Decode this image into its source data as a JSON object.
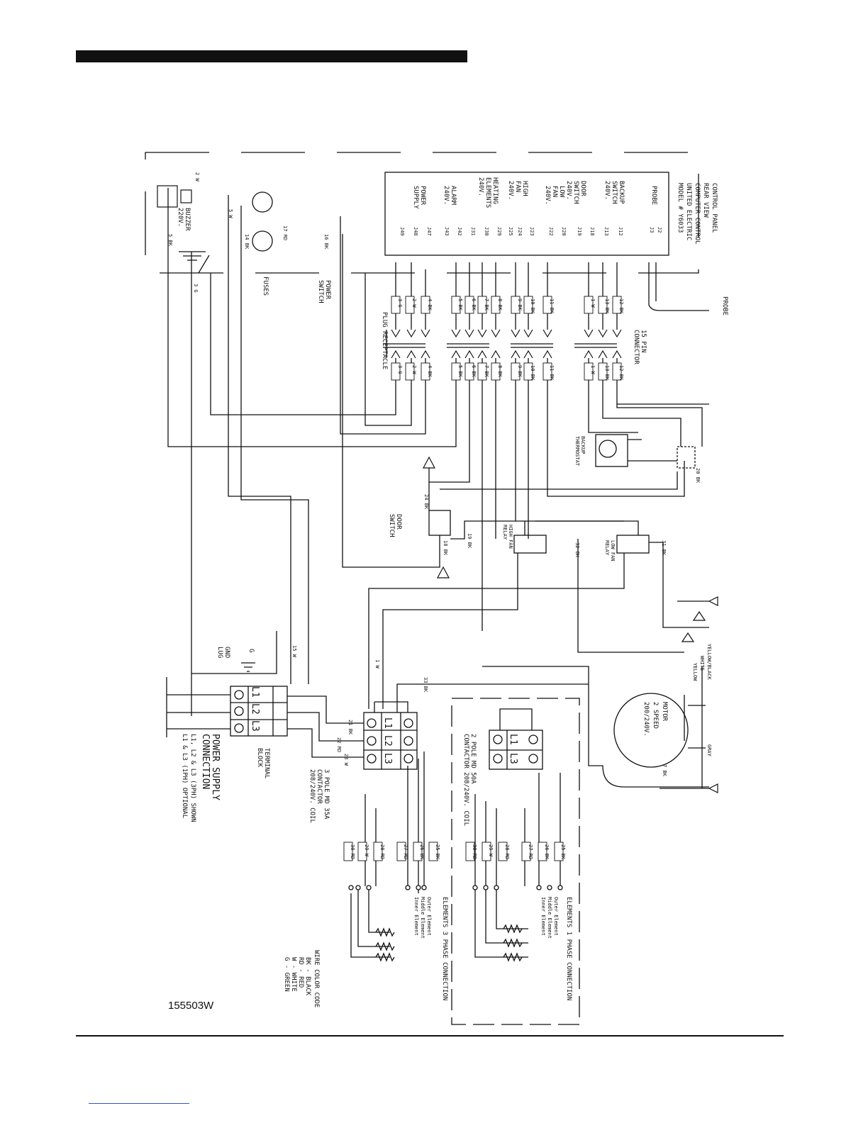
{
  "document_number": "155503W",
  "control_panel": {
    "title_lines": [
      "CONTROL PANEL",
      "REAR VIEW",
      "COMPUTER CONTROL",
      "UNITED ELECTRIC",
      "MODEL # Y6033"
    ],
    "functions": [
      {
        "lines": [
          "POWER",
          "SUPPLY"
        ],
        "pins": [
          "J49",
          "J48"
        ]
      },
      {
        "lines": [
          "ALARM",
          "240V."
        ],
        "pins": [
          "J47",
          "J43",
          "J42"
        ]
      },
      {
        "lines": [
          "HEATING",
          "ELEMENTS",
          "240V."
        ],
        "pins": [
          "J31",
          "J30",
          "J29"
        ]
      },
      {
        "lines": [
          "HIGH",
          "FAN",
          "240V."
        ],
        "pins": [
          "J25",
          "J24",
          "J23"
        ]
      },
      {
        "lines": [
          "LOW",
          "FAN",
          "240V."
        ],
        "pins": [
          "J22",
          "J20"
        ]
      },
      {
        "lines": [
          "DOOR",
          "SWITCH",
          "240V."
        ],
        "pins": [
          "J19",
          "J18"
        ]
      },
      {
        "lines": [
          "BACKUP",
          "SWITCH",
          "240V."
        ],
        "pins": [
          "J13",
          "J12"
        ]
      },
      {
        "lines": [
          "PROBE"
        ],
        "pins": [
          "J3",
          "J2"
        ]
      }
    ]
  },
  "components": {
    "buzzer": "BUZZER",
    "buzzer_voltage": "220V.",
    "fuses": "FUSES",
    "power_switch_1": "POWER",
    "power_switch_2": "SWITCH",
    "probe": "PROBE",
    "connector_1": "15 PIN",
    "connector_2": "CONNECTOR",
    "plug_receptacle": "PLUG RECEPTACLE",
    "backup_thermostat_1": "BACKUP",
    "backup_thermostat_2": "THERMOSTAT",
    "door_switch_1": "DOOR",
    "door_switch_2": "SWITCH",
    "high_fan_relay_1": "HIGH FAN",
    "high_fan_relay_2": "RELAY",
    "low_fan_relay_1": "LOW FAN",
    "low_fan_relay_2": "RELAY",
    "gnd_lug_1": "GND",
    "gnd_lug_2": "LUG",
    "gnd_mark": "G",
    "terminal_block_1": "TERMINAL",
    "terminal_block_2": "BLOCK",
    "terminals": [
      "L1",
      "L2",
      "L3"
    ],
    "motor_1": "MOTOR",
    "motor_2": "2 SPEED",
    "motor_3": "200/240V.",
    "motor_wires": [
      "YELLOW/BLACK",
      "WHITE",
      "YELLOW",
      "GRAY"
    ],
    "contactor_3p_1": "3 POLE MD 35A",
    "contactor_3p_2": "CONTACTOR",
    "contactor_3p_3": "208/240V. COIL",
    "contactor_2p_1": "2 POLE MD 50A",
    "contactor_2p_2": "CONTACTOR 208/240V. COIL"
  },
  "power_supply": {
    "title_1": "POWER SUPPLY",
    "title_2": "CONNECTION",
    "note_1": "L1, L2 & L3 (3PH) SHOWN",
    "note_2": "L1 & L3 (1PH) OPTIONAL"
  },
  "elements_3ph": {
    "title": "ELEMENTS  3 PHASE CONNECTION",
    "outer": "Outer Element",
    "middle": "Middle Element",
    "inner": "Inner Element",
    "wires": [
      "25 BK",
      "26 BK",
      "27 RD",
      "28 RD",
      "29 W",
      "30 RD"
    ]
  },
  "elements_1ph": {
    "title": "ELEMENTS  1 PHASE CONNECTION",
    "outer": "Outer Element",
    "middle": "Middle Element",
    "inner": "Inner Element",
    "wires": [
      "25 BK",
      "26 BK",
      "27 RD",
      "28 RD",
      "29 W",
      "30 RD"
    ]
  },
  "connector_wires": [
    "3 G",
    "2 W",
    "4 BK",
    "5 BK",
    "6 BK",
    "7 BK",
    "8 BK",
    "9 BK",
    "10 BK",
    "11 BK",
    "1 W",
    "13 BK",
    "12 BK"
  ],
  "misc_wires": [
    "2 W",
    "5 W",
    "17 RD",
    "16 BK",
    "14 BK",
    "5 BK",
    "3 G",
    "15 W",
    "24 BK",
    "18 BK",
    "19 BK",
    "32 BK",
    "31 BK",
    "21 BK",
    "22 RD",
    "23 W",
    "33 BK",
    "7 BK",
    "20 BK",
    "1 W"
  ],
  "wire_color_code": {
    "title": "WIRE COLOR CODE",
    "entries": [
      "BK - BLACK",
      "RD - RED",
      "W - WHITE",
      "G - GREEN"
    ]
  }
}
